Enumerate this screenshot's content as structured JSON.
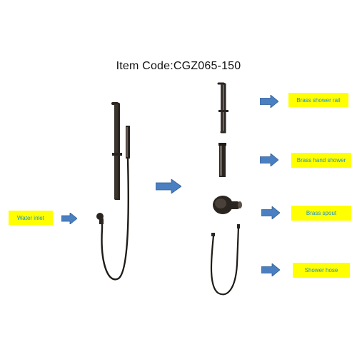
{
  "header": {
    "item_code": "Item Code:CGZ065-150"
  },
  "colors": {
    "label_bg": "#ffff00",
    "label_text": "#1a8fd6",
    "arrow": "#4a7fc1",
    "metal": "#2a2520"
  },
  "labels": {
    "water_inlet": "Water inlet",
    "shower_rail": "Brass shower rail",
    "hand_shower": "Brass hand shower",
    "spout": "Brass spout",
    "hose": "Shower hose"
  },
  "icons": [
    "right-arrow-icon",
    "shower-rail-icon",
    "hand-shower-icon",
    "spout-icon",
    "hose-icon"
  ]
}
